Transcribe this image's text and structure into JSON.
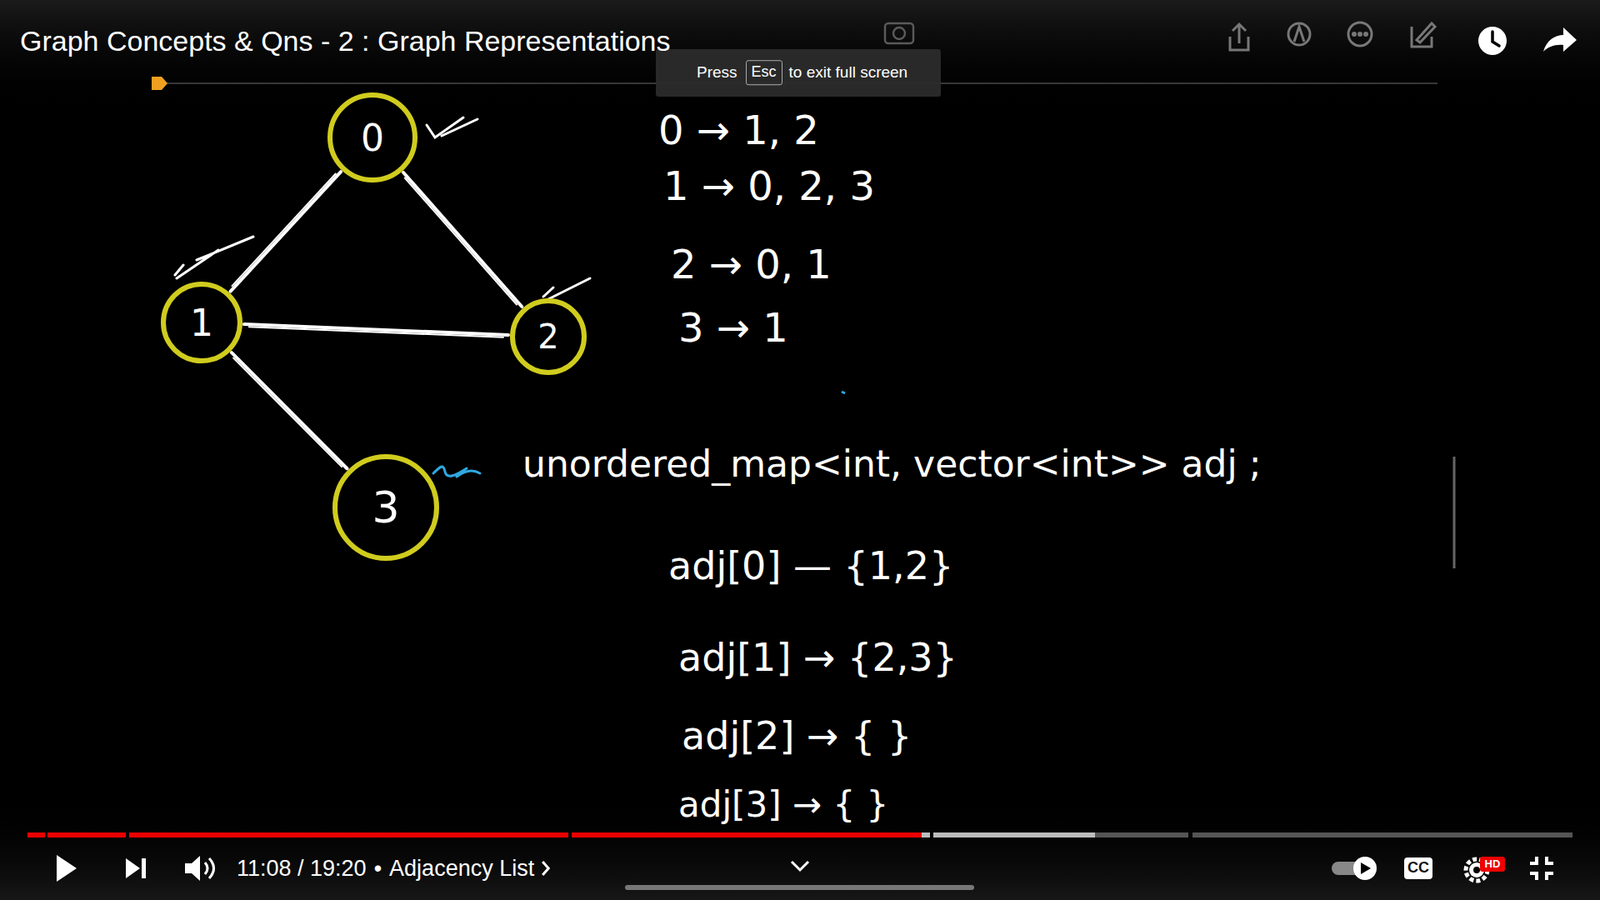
{
  "diagram": {
    "title": "Graph Concepts & Qns - 2 : Graph Representations",
    "nodes": [
      {
        "text": [
          "0"
        ]
      },
      {
        "text": [
          "1"
        ]
      },
      {
        "text": [
          "2"
        ]
      },
      {
        "text": [
          "3"
        ]
      }
    ],
    "edges": [
      {
        "from": 0,
        "to": 1,
        "arrow": "none"
      },
      {
        "from": 0,
        "to": 2,
        "arrow": "none"
      },
      {
        "from": 1,
        "to": 2,
        "arrow": "none"
      },
      {
        "from": 1,
        "to": 3,
        "arrow": "none"
      }
    ],
    "labels": [
      "Press",
      "Esc",
      "to exit full screen",
      "0 → 1, 2",
      "1 → 0, 2, 3",
      "2 → 0, 1",
      "3 → 1",
      "unordered_map<int, vector<int>> adj ;",
      "adj[0] — {1,2}",
      "adj[1] → {2,3}",
      "adj[2] → { }",
      "adj[3] → { }",
      "11:08 / 19:20",
      "•",
      "Adjacency List",
      "CC",
      "HD"
    ]
  }
}
